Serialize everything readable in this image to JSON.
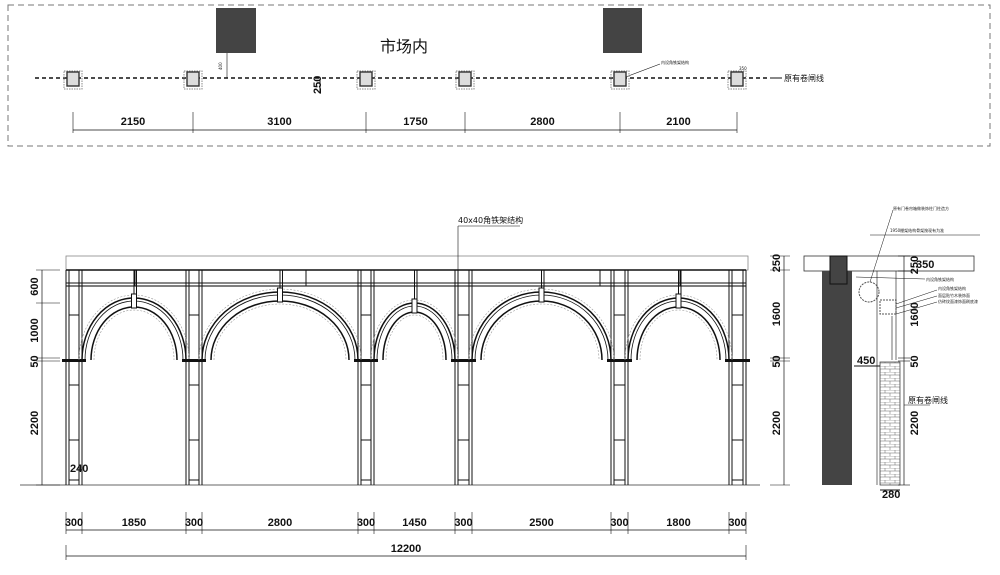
{
  "plan": {
    "title": "市场内",
    "shutter_line_label": "原有卷闸线",
    "offset_dim": "250",
    "small_dim_a": "400",
    "small_dim_b": "350",
    "note": "内设角铁架结构",
    "span_dims": [
      "2150",
      "3100",
      "1750",
      "2800",
      "2100"
    ]
  },
  "elevation": {
    "structure_label": "40x40角铁架结构",
    "left_dims": [
      "600",
      "1000",
      "50",
      "2200"
    ],
    "right_dims": [
      "250",
      "1600",
      "50",
      "2200"
    ],
    "bottom_dims": [
      "300",
      "1850",
      "300",
      "2800",
      "300",
      "1450",
      "300",
      "2500",
      "300",
      "1800",
      "300"
    ],
    "total_dim": "12200",
    "column_note": "240"
  },
  "section": {
    "shutter_line_label": "原有卷闸线",
    "depth_dim": "450",
    "base_dim": "280",
    "dims": [
      "250",
      "1600",
      "50",
      "2200"
    ],
    "top_dim": "350",
    "notes": [
      "原有门卷帘箱做装饰柱门柱造方",
      "1950棚架结构骨架按现有为准",
      "内设角铁架结构",
      "内设角铁架结构",
      "面层贴竹木装饰面",
      "仿砖纹面漆饰面刷底漆"
    ]
  },
  "colors": {
    "line": "#111111",
    "fill_dark": "#444444",
    "dash": "#555555"
  }
}
